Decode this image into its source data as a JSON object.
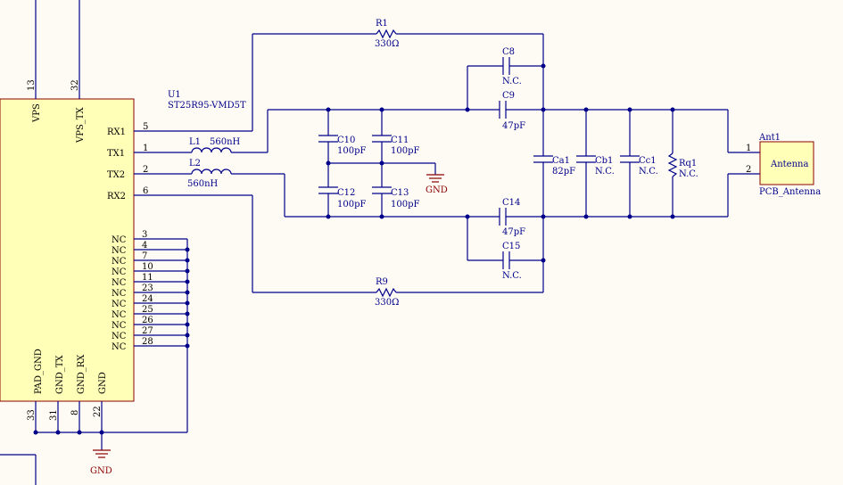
{
  "ic": {
    "designator": "U1",
    "part": "ST25R95-VMD5T",
    "top_pins": [
      {
        "name": "VPS",
        "num": "13"
      },
      {
        "name": "VPS_TX",
        "num": "32"
      }
    ],
    "right_pins": [
      {
        "name": "RX1",
        "num": "5"
      },
      {
        "name": "TX1",
        "num": "1"
      },
      {
        "name": "TX2",
        "num": "2"
      },
      {
        "name": "RX2",
        "num": "6"
      }
    ],
    "nc_pins": [
      {
        "name": "NC",
        "num": "3"
      },
      {
        "name": "NC",
        "num": "4"
      },
      {
        "name": "NC",
        "num": "7"
      },
      {
        "name": "NC",
        "num": "10"
      },
      {
        "name": "NC",
        "num": "11"
      },
      {
        "name": "NC",
        "num": "23"
      },
      {
        "name": "NC",
        "num": "24"
      },
      {
        "name": "NC",
        "num": "25"
      },
      {
        "name": "NC",
        "num": "26"
      },
      {
        "name": "NC",
        "num": "27"
      },
      {
        "name": "NC",
        "num": "28"
      }
    ],
    "bottom_pins": [
      {
        "name": "PAD_GND",
        "num": "33"
      },
      {
        "name": "GND_TX",
        "num": "31"
      },
      {
        "name": "GND_RX",
        "num": "8"
      },
      {
        "name": "GND",
        "num": "22"
      }
    ]
  },
  "inductors": [
    {
      "ref": "L1",
      "value": "560nH"
    },
    {
      "ref": "L2",
      "value": "560nH"
    }
  ],
  "resistors": [
    {
      "ref": "R1",
      "value": "330Ω"
    },
    {
      "ref": "R9",
      "value": "330Ω"
    },
    {
      "ref": "Rq1",
      "value": "N.C."
    }
  ],
  "capacitors": [
    {
      "ref": "C8",
      "value": "N.C."
    },
    {
      "ref": "C9",
      "value": "47pF"
    },
    {
      "ref": "C10",
      "value": "100pF"
    },
    {
      "ref": "C11",
      "value": "100pF"
    },
    {
      "ref": "C12",
      "value": "100pF"
    },
    {
      "ref": "C13",
      "value": "100pF"
    },
    {
      "ref": "C14",
      "value": "47pF"
    },
    {
      "ref": "C15",
      "value": "N.C."
    },
    {
      "ref": "Ca1",
      "value": "82pF"
    },
    {
      "ref": "Cb1",
      "value": "N.C."
    },
    {
      "ref": "Cc1",
      "value": "N.C."
    }
  ],
  "antenna": {
    "ref": "Ant1",
    "label": "Antenna",
    "part": "PCB_Antenna",
    "pins": [
      "1",
      "2"
    ]
  },
  "gnd_labels": [
    "GND",
    "GND"
  ],
  "colors": {
    "wire": "#00008b",
    "component_body": "#ffffb8",
    "body_outline": "#8b0000",
    "background": "#fdfbf3"
  }
}
